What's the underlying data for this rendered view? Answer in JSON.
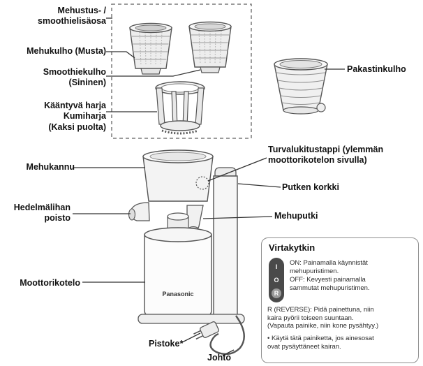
{
  "labels": {
    "attachment": "Mehustus- /\nsmoothielisäosa",
    "juice_bowl": "Mehukulho (Musta)",
    "smoothie_bowl": "Smoothiekulho\n(Sininen)",
    "rotating_brush": "Kääntyvä harja\nKumiharja\n(Kaksi puolta)",
    "freezer_bowl": "Pakastinkulho",
    "juice_jug": "Mehukannu",
    "safety_pin": "Turvalukitustappi (ylemmän\nmoottorikotelon sivulla)",
    "tube_cap": "Putken korkki",
    "pulp_outlet": "Hedelmälihan\npoisto",
    "juice_spout": "Mehuputki",
    "motor_housing": "Moottorikotelo",
    "plug": "Pistoke*",
    "cord": "Johto"
  },
  "machine": {
    "brand": "Panasonic"
  },
  "power_switch": {
    "title": "Virtakytkin",
    "button_labels": {
      "on": "I",
      "off": "O",
      "reverse": "R"
    },
    "on_desc": "ON: Painamalla käynnistät\nmehupuristimen.",
    "off_desc": "OFF: Kevyesti painamalla\nsammutat mehupuristimen.",
    "reverse_desc": "R (REVERSE): Pidä painettuna, niin\nkaira pyörii toiseen suuntaan.\n(Vapauta painike, niin kone pysähtyy.)",
    "note": "• Käytä tätä painiketta, jos ainesosat\novat pysäyttäneet kairan."
  }
}
